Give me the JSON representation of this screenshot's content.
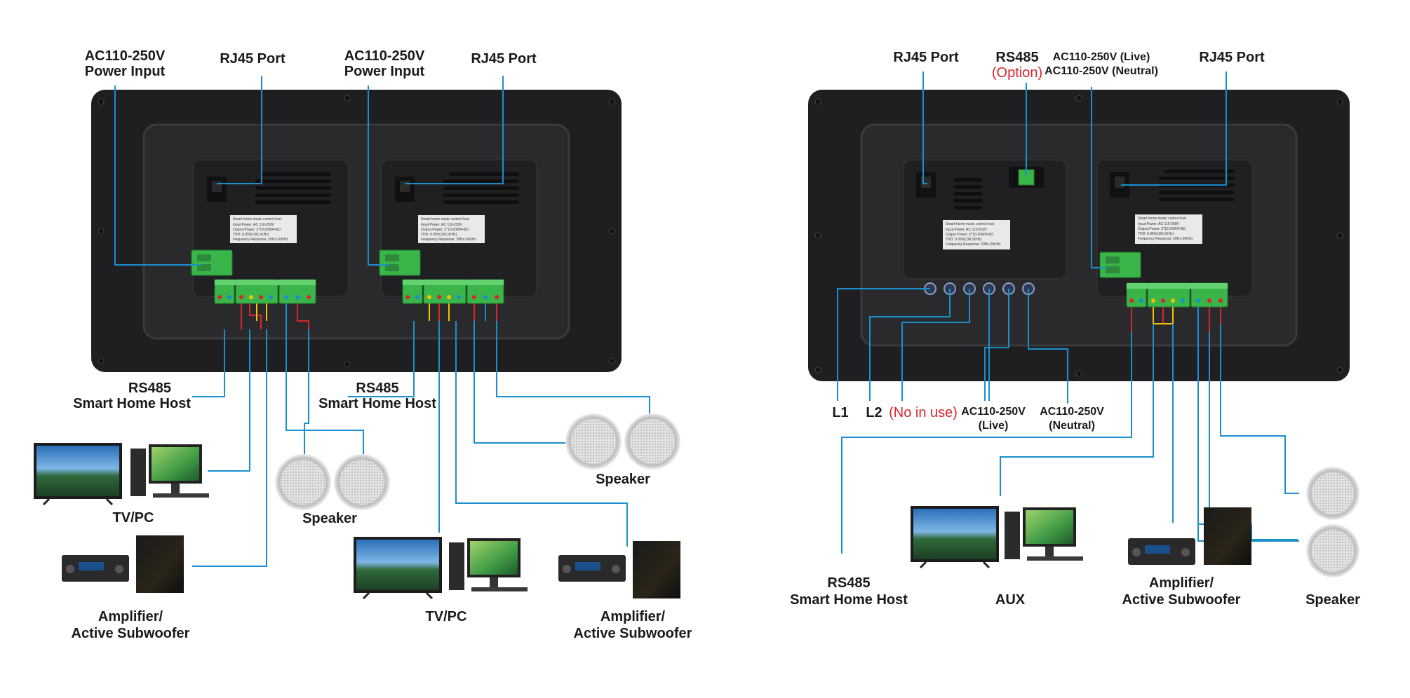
{
  "left_diagram": {
    "labels": {
      "power_a": [
        "AC110-250V",
        "Power Input"
      ],
      "rj45_a": "RJ45 Port",
      "power_b": [
        "AC110-250V",
        "Power Input"
      ],
      "rj45_b": "RJ45 Port",
      "rs485_a": [
        "RS485",
        "Smart Home Host"
      ],
      "rs485_b": [
        "RS485",
        "Smart Home Host"
      ],
      "tvpc_a": "TV/PC",
      "speaker_a": "Speaker",
      "amp_a": [
        "Amplifier/",
        "Active Subwoofer"
      ],
      "tvpc_b": "TV/PC",
      "speaker_b": "Speaker",
      "amp_b": [
        "Amplifier/",
        "Active Subwoofer"
      ]
    }
  },
  "right_diagram": {
    "labels": {
      "rj45_a": "RJ45 Port",
      "rs485": "RS485",
      "option": "(Option)",
      "power_live": "AC110-250V (Live)",
      "power_neutral": "AC110-250V (Neutral)",
      "rj45_b": "RJ45 Port",
      "l1": "L1",
      "l2": "L2",
      "no_in_use": "(No in use)",
      "ac_live": [
        "AC110-250V",
        "(Live)"
      ],
      "ac_neutral": [
        "AC110-250V",
        "(Neutral)"
      ],
      "rs485_host": [
        "RS485",
        "Smart Home Host"
      ],
      "aux": "AUX",
      "amp": [
        "Amplifier/",
        "Active Subwoofer"
      ],
      "speaker": "Speaker"
    }
  },
  "sticker": {
    "title": "Smart home music control host",
    "lines": [
      "Input Power: AC 110-250V",
      "Output Power: 2*10-20W/4-8Ω",
      "THD: 0.05%(1W,1KHz)",
      "Frequency Response: 20Hz-20KHz"
    ]
  },
  "colors": {
    "wire": "#1a8fd0",
    "terminal": "#39b54a",
    "option_text": "#d9262c",
    "panel": "#1f1f21"
  }
}
